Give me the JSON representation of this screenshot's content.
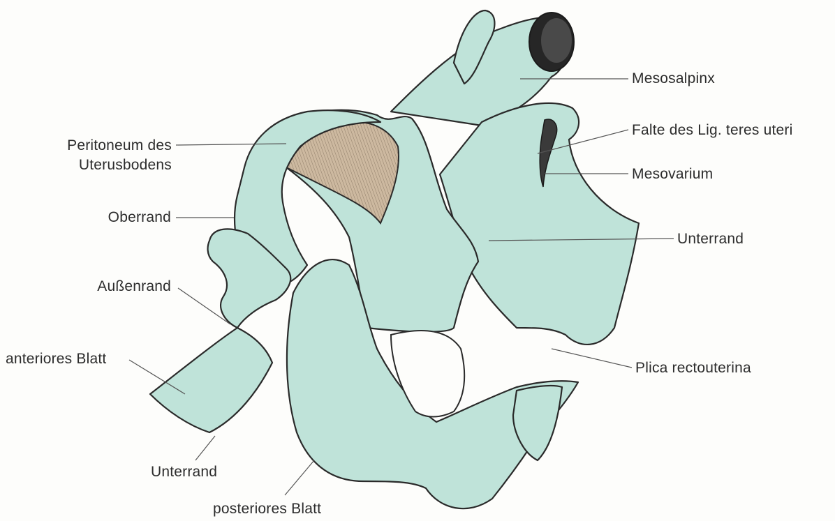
{
  "colors": {
    "tissue_fill": "#bfe3d9",
    "tissue_shade": "#7fc2ae",
    "tissue_deep": "#4f9f86",
    "inner_brown": "#b7a189",
    "outline": "#2a2a2a",
    "leader_line": "#555555",
    "label_text": "#2c2c2c"
  },
  "labels": {
    "mesosalpinx": "Mesosalpinx",
    "falte_lig_teres": "Falte des Lig. teres uteri",
    "mesovarium": "Mesovarium",
    "unterrand_right": "Unterrand",
    "plica_rectouterina": "Plica rectouterina",
    "peritoneum_line1": "Peritoneum des",
    "peritoneum_line2": "Uterusbodens",
    "oberrand": "Oberrand",
    "aussenrand": "Außenrand",
    "anteriores_blatt": "anteriores Blatt",
    "unterrand_bottom": "Unterrand",
    "posteriores_blatt": "posteriores Blatt"
  }
}
